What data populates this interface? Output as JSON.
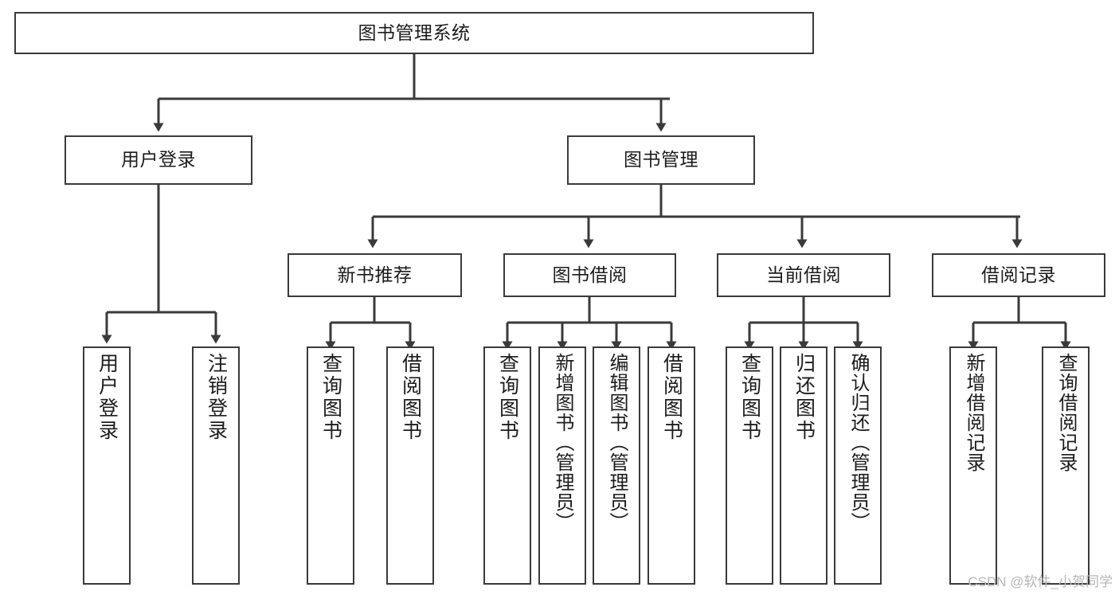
{
  "diagram": {
    "type": "tree",
    "title": "图书管理系统",
    "orientation": "top-down",
    "colors": {
      "box_border": "#3a3a3a",
      "box_fill": "#ffffff",
      "connector": "#3a3a3a",
      "text": "#1c1c1c",
      "background": "#ffffff",
      "watermark": "#b6b6b6"
    },
    "levels": {
      "root": {
        "label": "图书管理系统"
      },
      "level1": [
        {
          "label": "用户登录"
        },
        {
          "label": "图书管理"
        }
      ],
      "level2": [
        {
          "label": "新书推荐"
        },
        {
          "label": "图书借阅"
        },
        {
          "label": "当前借阅"
        },
        {
          "label": "借阅记录"
        }
      ],
      "leaves": {
        "user_login": [
          {
            "label": "用户登录"
          },
          {
            "label": "注销登录"
          }
        ],
        "new_book_recommend": [
          {
            "label": "查询图书"
          },
          {
            "label": "借阅图书"
          }
        ],
        "book_borrow": [
          {
            "label": "查询图书"
          },
          {
            "label": "新增图书（管理员）"
          },
          {
            "label": "编辑图书（管理员）"
          },
          {
            "label": "借阅图书"
          }
        ],
        "current_borrow": [
          {
            "label": "查询图书"
          },
          {
            "label": "归还图书"
          },
          {
            "label": "确认归还（管理员）"
          }
        ],
        "borrow_records": [
          {
            "label": "新增借阅记录"
          },
          {
            "label": "查询借阅记录"
          }
        ]
      }
    }
  },
  "watermark": {
    "text": "CSDN @软件_小贺同学"
  }
}
